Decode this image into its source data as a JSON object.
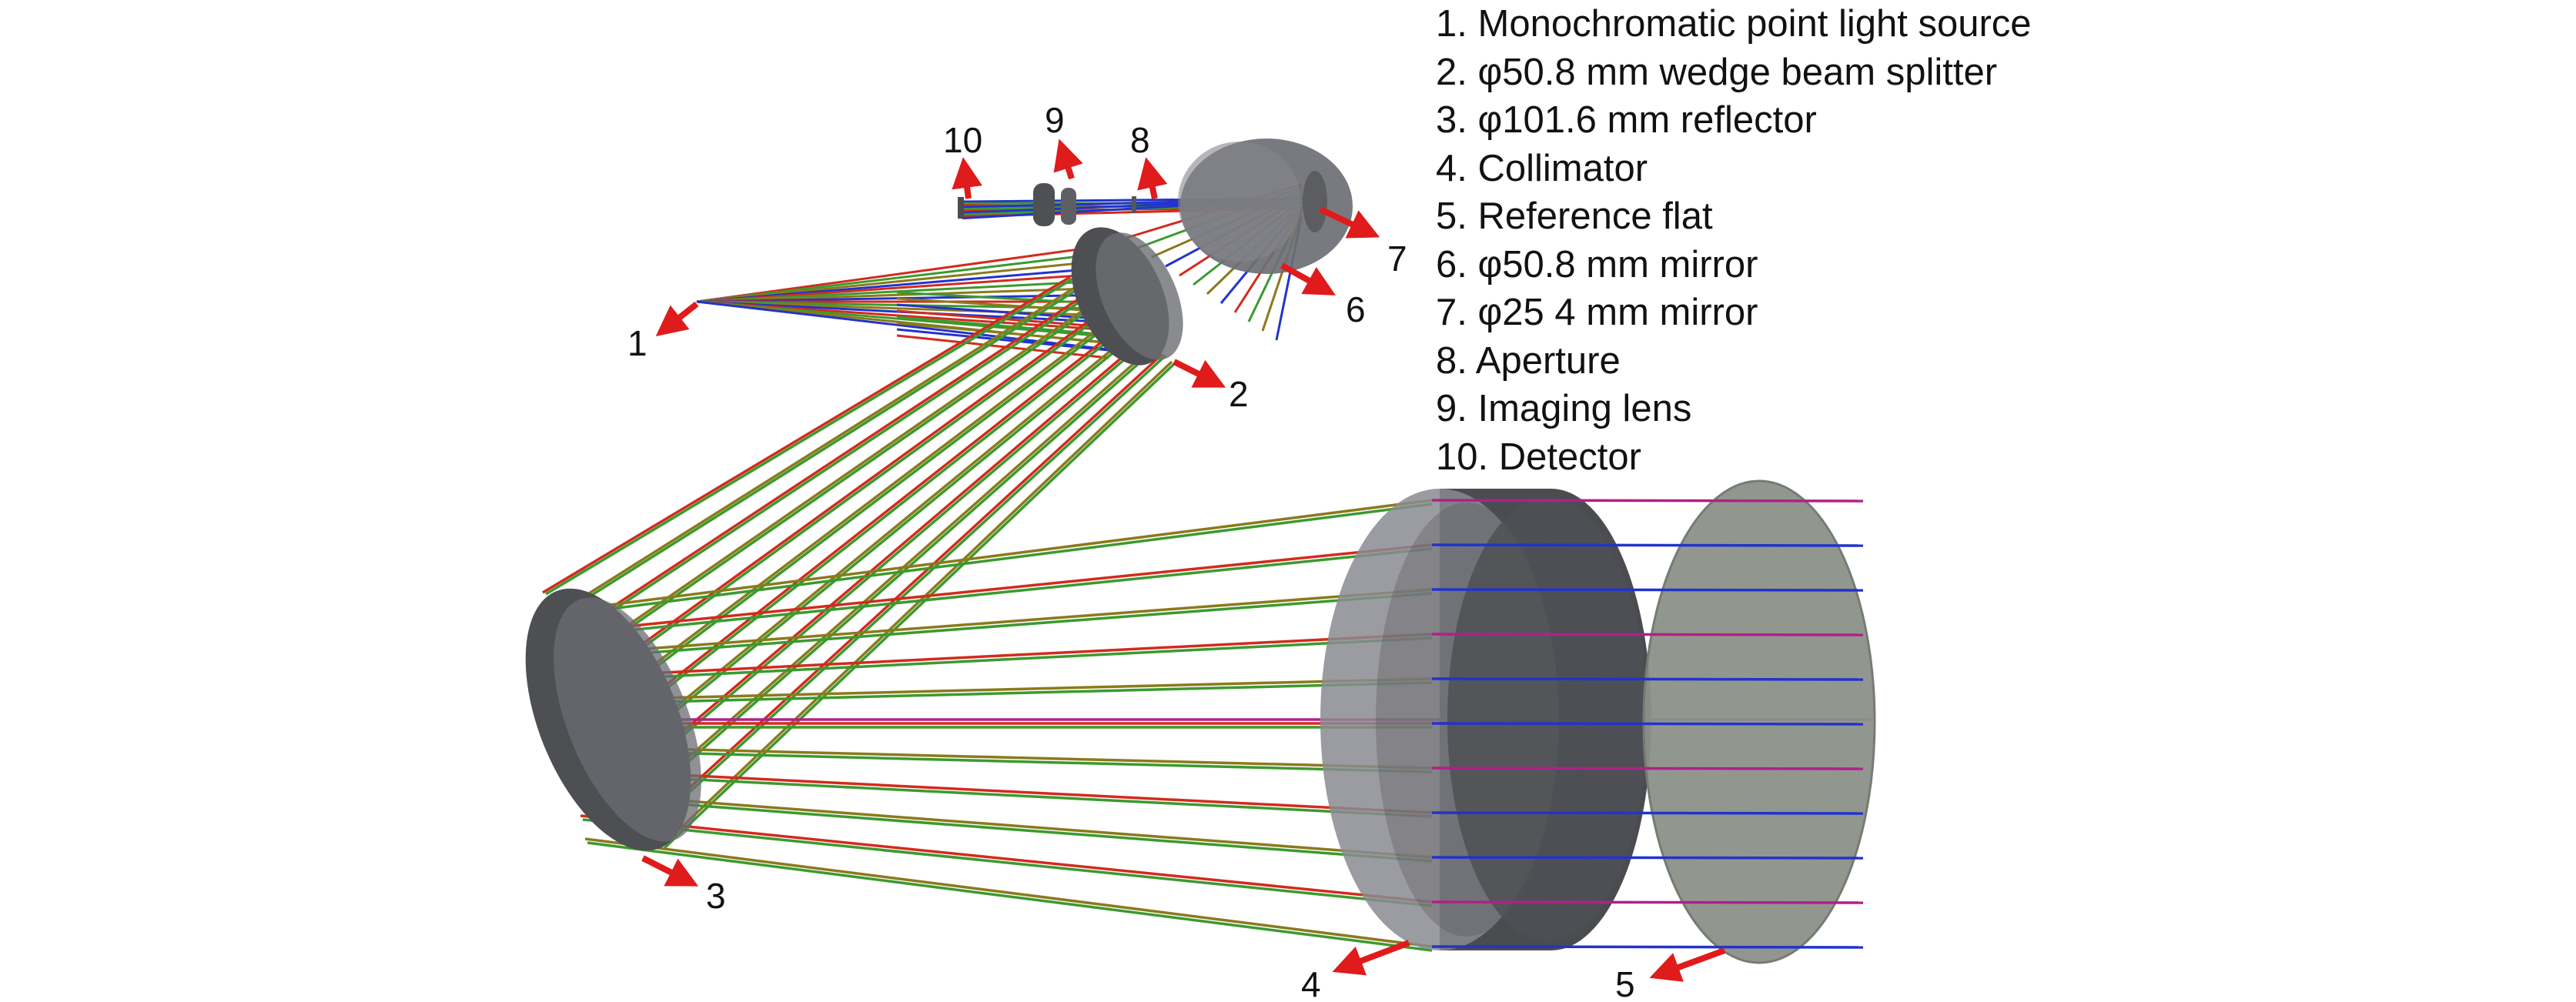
{
  "legend": [
    {
      "num": "1.",
      "text": "Monochromatic point light source"
    },
    {
      "num": "2.",
      "text": "φ50.8 mm wedge beam splitter"
    },
    {
      "num": "3.",
      "text": "φ101.6 mm reflector"
    },
    {
      "num": "4.",
      "text": "Collimator"
    },
    {
      "num": "5.",
      "text": "Reference flat"
    },
    {
      "num": "6.",
      "text": "φ50.8 mm mirror"
    },
    {
      "num": "7.",
      "text": "φ25 4 mm mirror"
    },
    {
      "num": "8.",
      "text": "Aperture"
    },
    {
      "num": "9.",
      "text": "Imaging lens"
    },
    {
      "num": "10.",
      "text": "Detector"
    }
  ],
  "callouts": [
    "1",
    "2",
    "3",
    "4",
    "5",
    "6",
    "7",
    "8",
    "9",
    "10"
  ],
  "colors": {
    "ray_red": "#d22b1e",
    "ray_green": "#3b9a2e",
    "ray_blue": "#2233cc",
    "ray_olive": "#8a7a1c",
    "ray_magenta": "#b0208a",
    "arrow": "#e01b1b",
    "optic_dark": "#5e5f63",
    "optic_mid": "#7c7d82",
    "flat": "#8b9188"
  }
}
